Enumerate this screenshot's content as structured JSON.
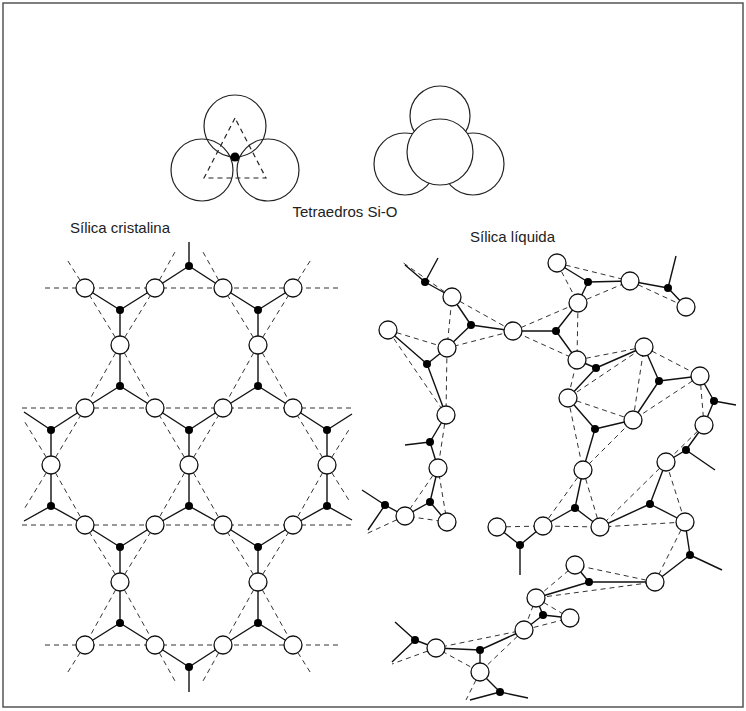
{
  "diagram": {
    "labels": [
      "Tetraedros Si-O",
      "Sílica cristalina",
      "Sílica líquida"
    ]
  }
}
